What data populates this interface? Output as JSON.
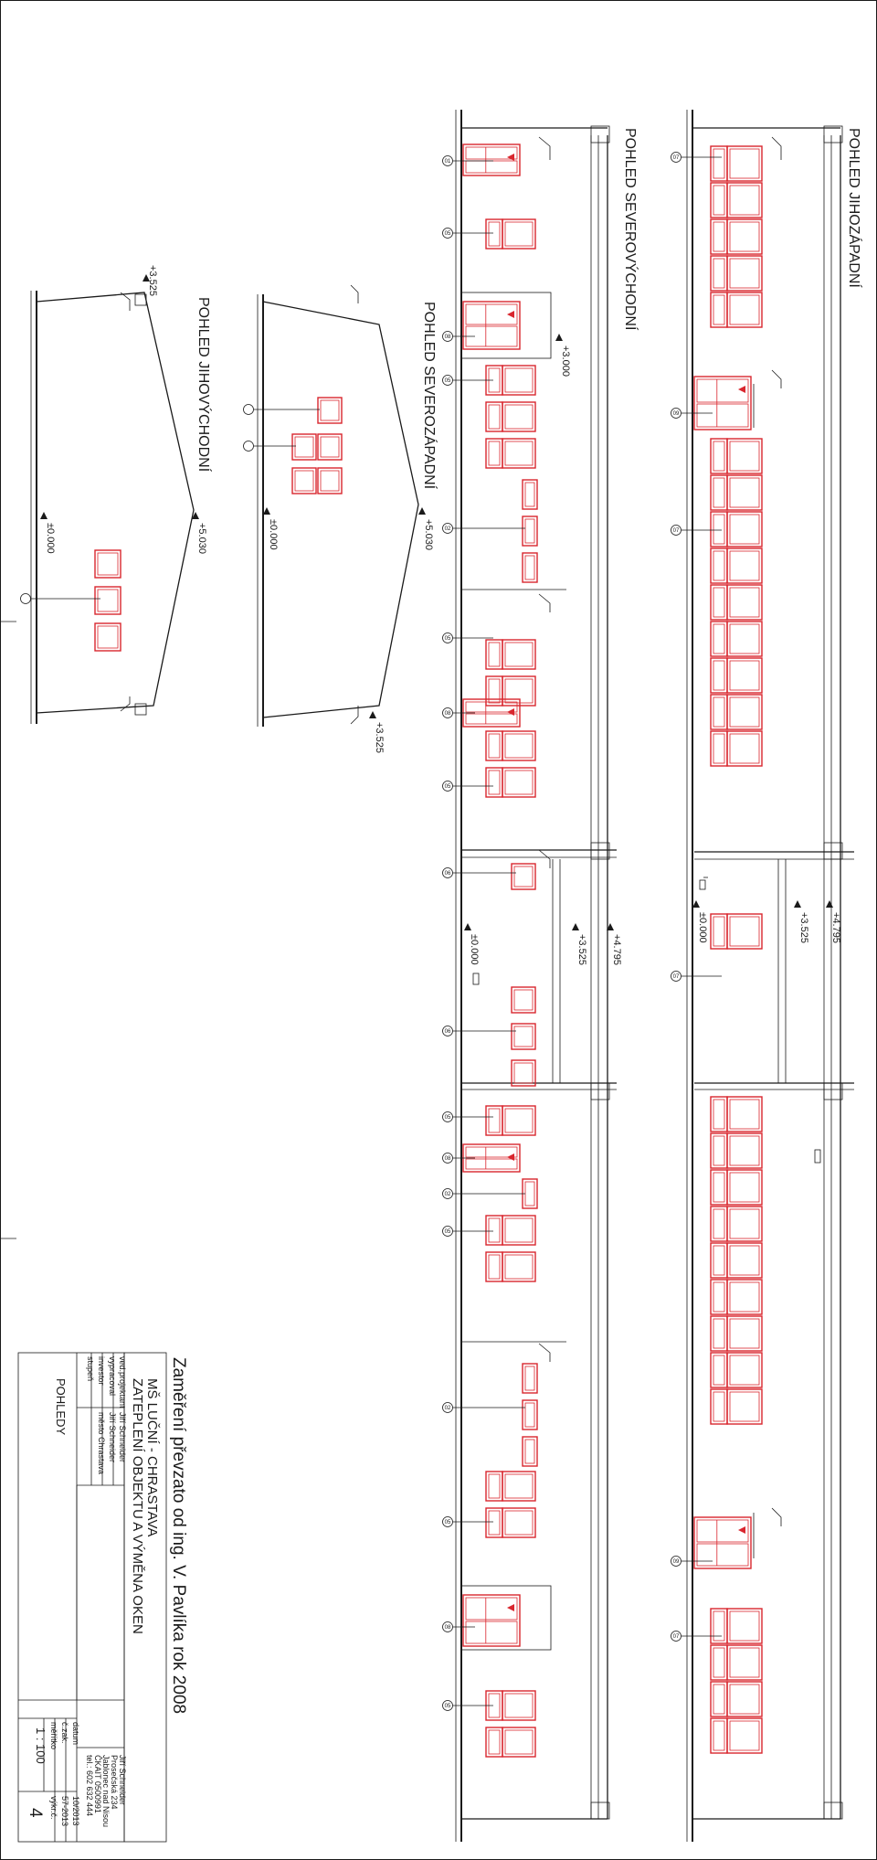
{
  "views": {
    "jihozapadni": "POHLED JIHOZÁPADNÍ",
    "severovychodni": "POHLED SEVEROVÝCHODNÍ",
    "severozapadni": "POHLED SEVEROZÁPADNÍ",
    "jihovychodni": "POHLED JIHOVÝCHODNÍ"
  },
  "levels": {
    "l4795": "+4.795",
    "l3525": "+3.525",
    "l3000": "+3.000",
    "l5030": "+5.030",
    "l0000": "±0.000"
  },
  "window_tags": {
    "t01": "01",
    "t02": "02",
    "t05": "05",
    "t06": "06",
    "t07": "07",
    "t08": "08",
    "t09": "09"
  },
  "title_block": {
    "note": "Zaměření převzato od ing. V. Pavlíka rok 2008",
    "project_line1": "MŠ LUČNÍ - CHRASTAVA",
    "project_line2": "ZATEPLENÍ OBJEKTU A VÝMĚNA OKEN",
    "rows": [
      {
        "label": "ved.projektant",
        "value": "Jiří Schneider"
      },
      {
        "label": "vypracoval",
        "value": "Jiří Schneider"
      },
      {
        "label": "investor",
        "value": "město Chrastava"
      },
      {
        "label": "stupeň",
        "value": ""
      }
    ],
    "company": [
      "Jiří Schneider",
      "Prosečská 234",
      "Jablonec nad Nisou",
      "ČKAIT 0500991",
      "tel.: 602 632 444"
    ],
    "datum_label": "datum",
    "datum_value": "10/2013",
    "czak_label": "č.zak.",
    "czak_value": "57-2013",
    "meritko_label": "měřítko",
    "meritko_value": "1 : 100",
    "vykres_label": "výkr.č.",
    "vykres_value": "4",
    "sheet_title": "POHLEDY"
  }
}
